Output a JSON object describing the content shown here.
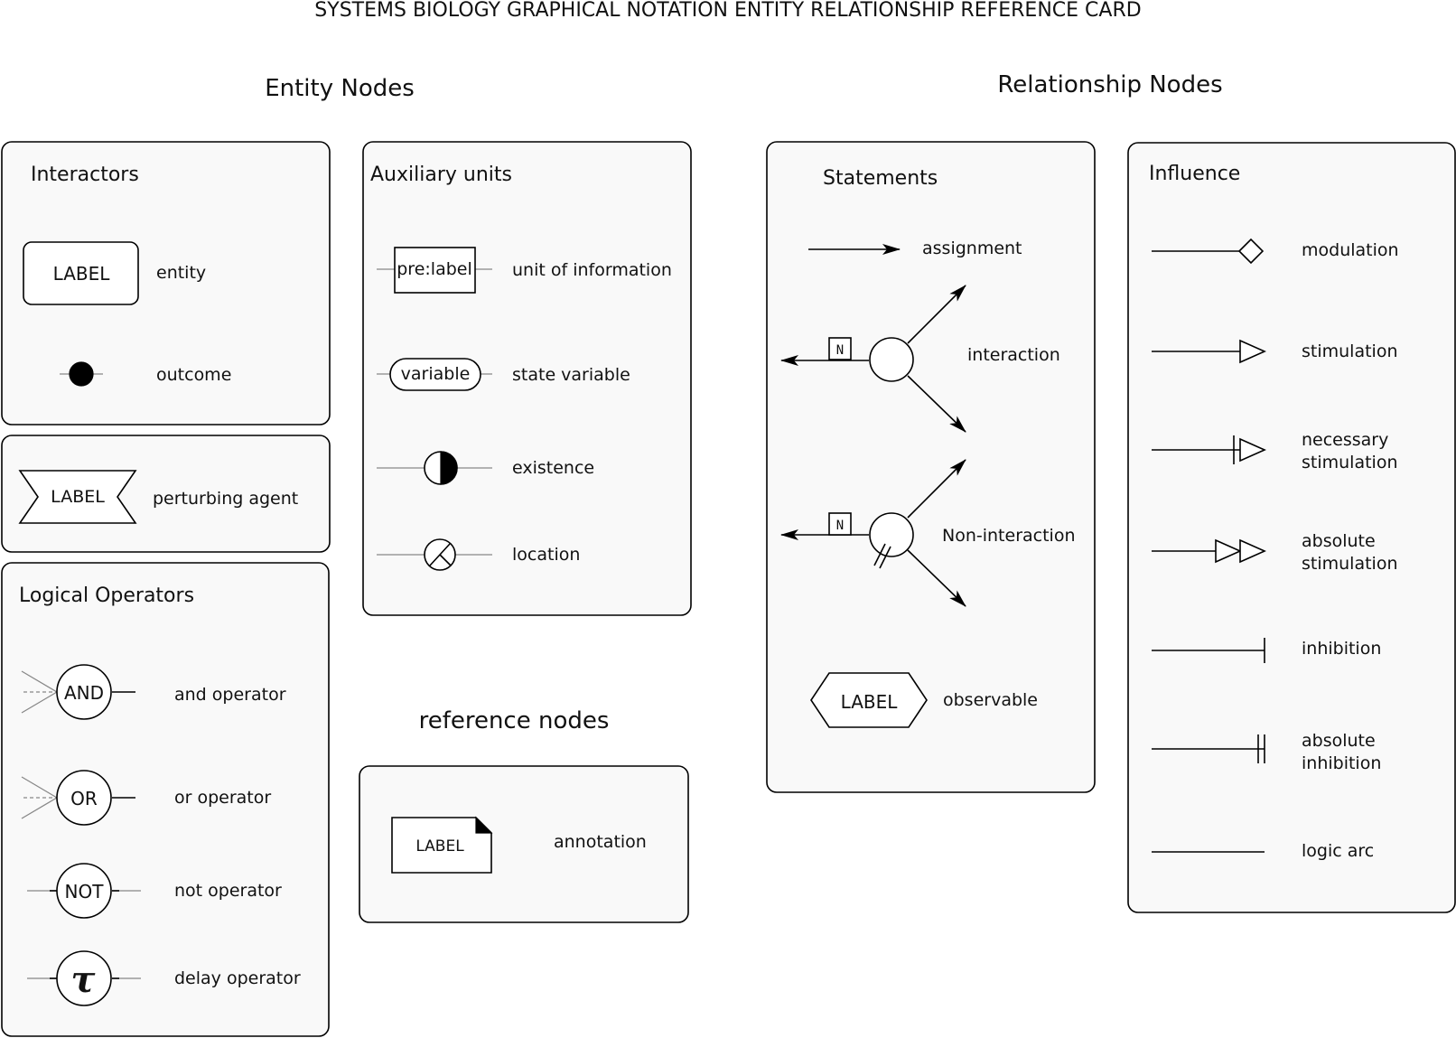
{
  "title": "SYSTEMS BIOLOGY GRAPHICAL NOTATION ENTITY RELATIONSHIP REFERENCE CARD",
  "sections": {
    "entity_nodes": "Entity Nodes",
    "relationship_nodes": "Relationship Nodes",
    "reference_nodes": "reference nodes"
  },
  "interactors": {
    "title": "Interactors",
    "entity_glyph": "LABEL",
    "entity": "entity",
    "outcome": "outcome"
  },
  "perturbing": {
    "glyph": "LABEL",
    "label": "perturbing agent"
  },
  "logical_operators": {
    "title": "Logical Operators",
    "and_glyph": "AND",
    "and": "and operator",
    "or_glyph": "OR",
    "or": "or operator",
    "not_glyph": "NOT",
    "not": "not operator",
    "delay_glyph": "τ",
    "delay": "delay operator"
  },
  "auxiliary": {
    "title": "Auxiliary units",
    "unit_glyph": "pre:label",
    "unit": "unit of information",
    "variable_glyph": "variable",
    "variable": "state variable",
    "existence": "existence",
    "location": "location"
  },
  "reference": {
    "glyph": "LABEL",
    "annotation": "annotation"
  },
  "statements": {
    "title": "Statements",
    "assignment": "assignment",
    "interaction_glyph": "N",
    "interaction": "interaction",
    "non_interaction_glyph": "N",
    "non_interaction": "Non-interaction",
    "observable_glyph": "LABEL",
    "observable": "observable"
  },
  "influence": {
    "title": "Influence",
    "modulation": "modulation",
    "stimulation": "stimulation",
    "necessary_stimulation": [
      "necessary",
      "stimulation"
    ],
    "absolute_stimulation": [
      "absolute",
      "stimulation"
    ],
    "inhibition": "inhibition",
    "absolute_inhibition": [
      "absolute",
      "inhibition"
    ],
    "logic_arc": "logic arc"
  }
}
